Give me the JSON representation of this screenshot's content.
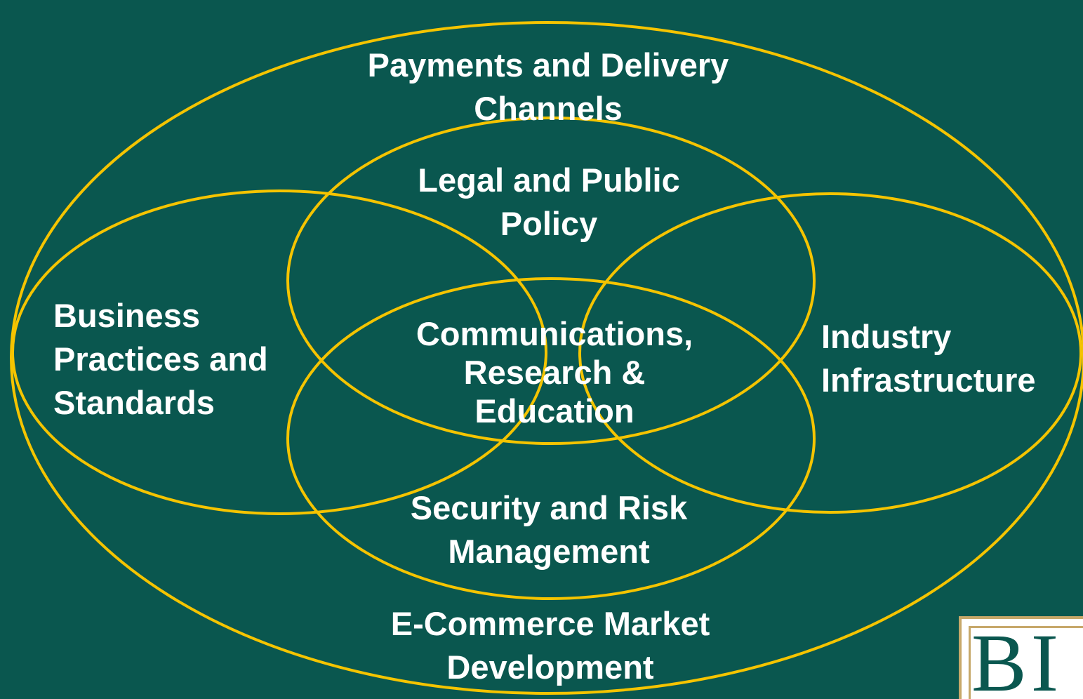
{
  "colors": {
    "background": "#0a574f",
    "ring_stroke": "#f5c400",
    "label_text": "#ffffff"
  },
  "labels": {
    "outer_top": [
      "Payments and Delivery",
      "Channels"
    ],
    "top": [
      "Legal and Public",
      "Policy"
    ],
    "left": [
      "Business",
      "Practices and",
      "Standards"
    ],
    "right": [
      "Industry",
      "Infrastructure"
    ],
    "center": [
      "Communications,",
      "Research &",
      "Education"
    ],
    "bottom": [
      "Security and Risk",
      "Management"
    ],
    "outer_bottom": [
      "E-Commerce Market",
      "Development"
    ]
  },
  "logo": {
    "text": "BI"
  }
}
